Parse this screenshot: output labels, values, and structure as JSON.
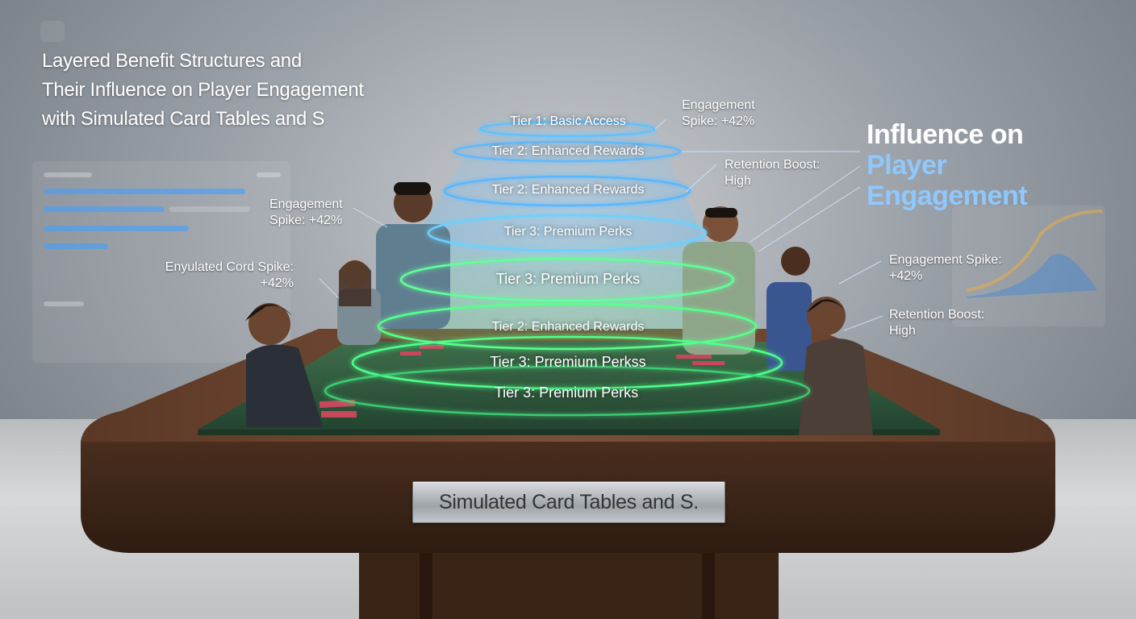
{
  "title": {
    "line1": "Layered Benefit Structures and",
    "line2": "Their Influence on Player Engagement",
    "line3": "with Simulated Card Tables and S"
  },
  "headline": {
    "line1": "Influence on",
    "line2": "Player",
    "line3": "Engagement"
  },
  "tiers": [
    {
      "label": "Tier 1: Basic Access"
    },
    {
      "label": "Tier 2: Enhanced Rewards"
    },
    {
      "label": "Tier 2: Enhanced Rewards"
    },
    {
      "label": "Tier 3: Premium Perks"
    },
    {
      "label": "Tier 3: Premium Perks"
    },
    {
      "label": "Tier 2: Enhanced Rewards"
    },
    {
      "label": "Tier 3: Prremium Perkss"
    },
    {
      "label": "Tier 3: Premium Perks"
    }
  ],
  "annotations": {
    "top_right_engagement": {
      "line1": "Engagement",
      "line2": "Spike: +42%"
    },
    "retention_mid": {
      "line1": "Retention Boost:",
      "line2": "High"
    },
    "left_engagement": {
      "line1": "Engagement",
      "line2": "Spike: +42%"
    },
    "left_emulated": {
      "line1": "Enyulated Cord Spike:",
      "line2": "+42%"
    },
    "right_engagement": {
      "line1": "Engagement Spike:",
      "line2": "+42%"
    },
    "right_retention": {
      "line1": "Retention Boost:",
      "line2": "High"
    }
  },
  "plaque": {
    "label": "Simulated Card Tables and S."
  },
  "colors": {
    "ring_blue": "#58b8ff",
    "ring_green": "#4dff8a",
    "felt": "#2f5a3c",
    "wood": "#4a2e1e",
    "accent_text": "#8ec8ff"
  }
}
